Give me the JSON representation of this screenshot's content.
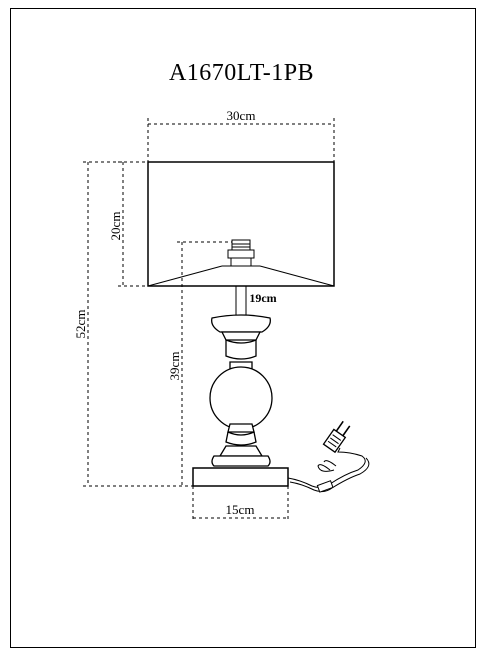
{
  "title": "A1670LT-1PB",
  "dimensions": {
    "shade_width": "30cm",
    "shade_height": "20cm",
    "total_height": "52cm",
    "base_height": "39cm",
    "shade_inner": "19cm",
    "base_width": "15cm"
  }
}
